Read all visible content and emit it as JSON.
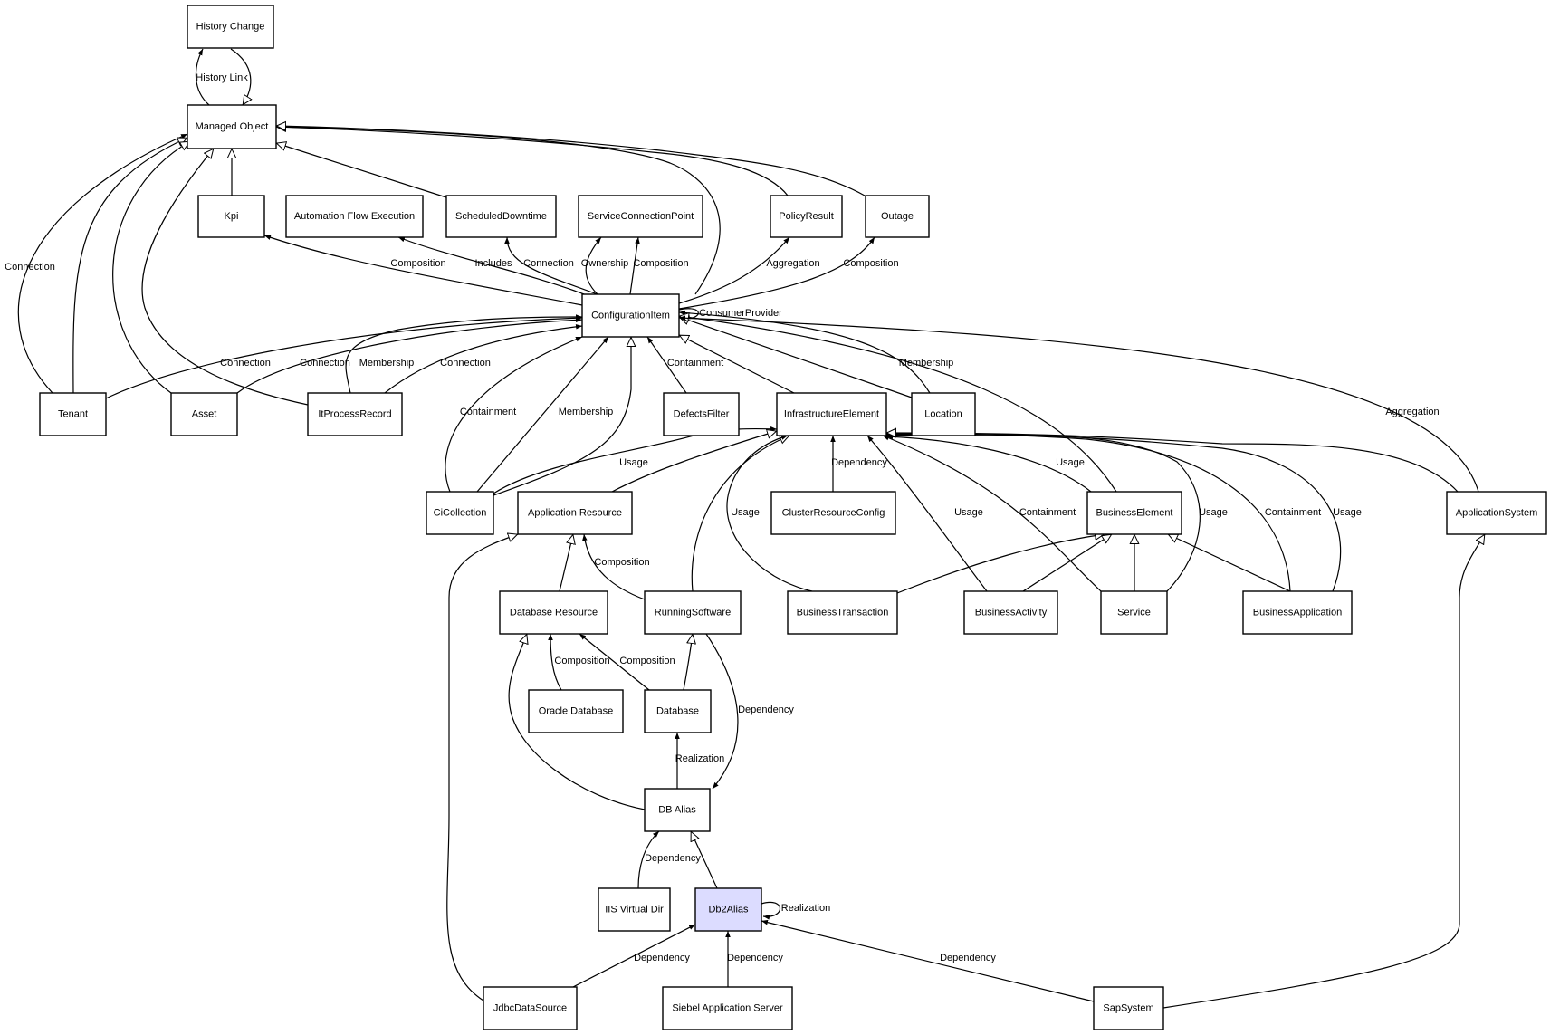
{
  "diagram": {
    "nodes": [
      {
        "id": "history_change",
        "label": "History Change"
      },
      {
        "id": "managed_object",
        "label": "Managed Object"
      },
      {
        "id": "kpi",
        "label": "Kpi"
      },
      {
        "id": "automation_flow_execution",
        "label": "Automation Flow Execution"
      },
      {
        "id": "scheduled_downtime",
        "label": "ScheduledDowntime"
      },
      {
        "id": "service_connection_point",
        "label": "ServiceConnectionPoint"
      },
      {
        "id": "policy_result",
        "label": "PolicyResult"
      },
      {
        "id": "outage",
        "label": "Outage"
      },
      {
        "id": "configuration_item",
        "label": "ConfigurationItem"
      },
      {
        "id": "tenant",
        "label": "Tenant"
      },
      {
        "id": "asset",
        "label": "Asset"
      },
      {
        "id": "it_process_record",
        "label": "ItProcessRecord"
      },
      {
        "id": "defects_filter",
        "label": "DefectsFilter"
      },
      {
        "id": "infrastructure_element",
        "label": "InfrastructureElement"
      },
      {
        "id": "location",
        "label": "Location"
      },
      {
        "id": "ci_collection",
        "label": "CiCollection"
      },
      {
        "id": "application_resource",
        "label": "Application Resource"
      },
      {
        "id": "cluster_resource_config",
        "label": "ClusterResourceConfig"
      },
      {
        "id": "business_element",
        "label": "BusinessElement"
      },
      {
        "id": "application_system",
        "label": "ApplicationSystem"
      },
      {
        "id": "database_resource",
        "label": "Database Resource"
      },
      {
        "id": "running_software",
        "label": "RunningSoftware"
      },
      {
        "id": "business_transaction",
        "label": "BusinessTransaction"
      },
      {
        "id": "business_activity",
        "label": "BusinessActivity"
      },
      {
        "id": "service",
        "label": "Service"
      },
      {
        "id": "business_application",
        "label": "BusinessApplication"
      },
      {
        "id": "oracle_database",
        "label": "Oracle Database"
      },
      {
        "id": "database",
        "label": "Database"
      },
      {
        "id": "db_alias",
        "label": "DB Alias"
      },
      {
        "id": "iis_virtual_dir",
        "label": "IIS Virtual Dir"
      },
      {
        "id": "db2alias",
        "label": "Db2Alias",
        "highlight": true
      },
      {
        "id": "jdbc_data_source",
        "label": "JdbcDataSource"
      },
      {
        "id": "siebel_application_server",
        "label": "Siebel Application Server"
      },
      {
        "id": "sap_system",
        "label": "SapSystem"
      }
    ],
    "edges": [
      {
        "id": "e1",
        "from": "managed_object",
        "to": "history_change",
        "kind": "association",
        "label": "History Link"
      },
      {
        "id": "e2",
        "from": "history_change",
        "to": "managed_object",
        "kind": "generalization",
        "label": ""
      },
      {
        "id": "e3",
        "from": "tenant",
        "to": "managed_object",
        "kind": "association",
        "label": "Connection"
      },
      {
        "id": "e4",
        "from": "tenant",
        "to": "managed_object",
        "kind": "generalization",
        "label": ""
      },
      {
        "id": "e5",
        "from": "asset",
        "to": "managed_object",
        "kind": "generalization",
        "label": ""
      },
      {
        "id": "e6",
        "from": "it_process_record",
        "to": "managed_object",
        "kind": "generalization",
        "label": ""
      },
      {
        "id": "e7",
        "from": "kpi",
        "to": "managed_object",
        "kind": "generalization",
        "label": ""
      },
      {
        "id": "e8",
        "from": "scheduled_downtime",
        "to": "managed_object",
        "kind": "generalization",
        "label": ""
      },
      {
        "id": "e9",
        "from": "configuration_item",
        "to": "managed_object",
        "kind": "generalization",
        "label": ""
      },
      {
        "id": "e10",
        "from": "policy_result",
        "to": "managed_object",
        "kind": "generalization",
        "label": ""
      },
      {
        "id": "e11",
        "from": "outage",
        "to": "managed_object",
        "kind": "generalization",
        "label": ""
      },
      {
        "id": "e12",
        "from": "configuration_item",
        "to": "kpi",
        "kind": "association",
        "label": "Composition"
      },
      {
        "id": "e13",
        "from": "configuration_item",
        "to": "automation_flow_execution",
        "kind": "association",
        "label": "Includes"
      },
      {
        "id": "e14",
        "from": "configuration_item",
        "to": "scheduled_downtime",
        "kind": "association",
        "label": "Connection"
      },
      {
        "id": "e15",
        "from": "configuration_item",
        "to": "service_connection_point",
        "kind": "association",
        "label": "Ownership"
      },
      {
        "id": "e16",
        "from": "configuration_item",
        "to": "service_connection_point",
        "kind": "association",
        "label": "Composition"
      },
      {
        "id": "e17",
        "from": "configuration_item",
        "to": "policy_result",
        "kind": "association",
        "label": "Aggregation"
      },
      {
        "id": "e18",
        "from": "configuration_item",
        "to": "outage",
        "kind": "association",
        "label": "Composition"
      },
      {
        "id": "e19",
        "from": "configuration_item",
        "to": "configuration_item",
        "kind": "association",
        "label": "ConsumerProvider"
      },
      {
        "id": "e20",
        "from": "tenant",
        "to": "configuration_item",
        "kind": "association",
        "label": "Connection"
      },
      {
        "id": "e21",
        "from": "asset",
        "to": "configuration_item",
        "kind": "association",
        "label": "Connection"
      },
      {
        "id": "e22",
        "from": "it_process_record",
        "to": "configuration_item",
        "kind": "association",
        "label": "Membership"
      },
      {
        "id": "e23",
        "from": "it_process_record",
        "to": "configuration_item",
        "kind": "association",
        "label": "Connection"
      },
      {
        "id": "e24",
        "from": "ci_collection",
        "to": "configuration_item",
        "kind": "association",
        "label": "Containment"
      },
      {
        "id": "e25",
        "from": "ci_collection",
        "to": "configuration_item",
        "kind": "association",
        "label": "Membership"
      },
      {
        "id": "e26",
        "from": "ci_collection",
        "to": "configuration_item",
        "kind": "generalization",
        "label": ""
      },
      {
        "id": "e27",
        "from": "defects_filter",
        "to": "configuration_item",
        "kind": "association",
        "label": "Containment"
      },
      {
        "id": "e28",
        "from": "infrastructure_element",
        "to": "configuration_item",
        "kind": "generalization",
        "label": ""
      },
      {
        "id": "e29",
        "from": "location",
        "to": "configuration_item",
        "kind": "generalization",
        "label": ""
      },
      {
        "id": "e30",
        "from": "location",
        "to": "configuration_item",
        "kind": "association",
        "label": "Membership"
      },
      {
        "id": "e31",
        "from": "business_element",
        "to": "configuration_item",
        "kind": "generalization",
        "label": ""
      },
      {
        "id": "e32",
        "from": "application_system",
        "to": "configuration_item",
        "kind": "association",
        "label": "Aggregation"
      },
      {
        "id": "e33",
        "from": "ci_collection",
        "to": "infrastructure_element",
        "kind": "association",
        "label": "Usage"
      },
      {
        "id": "e34",
        "from": "application_resource",
        "to": "infrastructure_element",
        "kind": "generalization",
        "label": ""
      },
      {
        "id": "e35",
        "from": "running_software",
        "to": "infrastructure_element",
        "kind": "generalization",
        "label": ""
      },
      {
        "id": "e36",
        "from": "business_transaction",
        "to": "infrastructure_element",
        "kind": "association",
        "label": "Usage"
      },
      {
        "id": "e37",
        "from": "cluster_resource_config",
        "to": "infrastructure_element",
        "kind": "association",
        "label": "Dependency"
      },
      {
        "id": "e38",
        "from": "business_activity",
        "to": "infrastructure_element",
        "kind": "association",
        "label": "Usage"
      },
      {
        "id": "e39",
        "from": "service",
        "to": "infrastructure_element",
        "kind": "association",
        "label": "Containment"
      },
      {
        "id": "e40",
        "from": "business_element",
        "to": "infrastructure_element",
        "kind": "association",
        "label": "Usage"
      },
      {
        "id": "e41",
        "from": "service",
        "to": "infrastructure_element",
        "kind": "association",
        "label": "Usage"
      },
      {
        "id": "e42",
        "from": "business_application",
        "to": "infrastructure_element",
        "kind": "association",
        "label": "Containment"
      },
      {
        "id": "e43",
        "from": "business_application",
        "to": "infrastructure_element",
        "kind": "association",
        "label": "Usage"
      },
      {
        "id": "e44",
        "from": "application_system",
        "to": "infrastructure_element",
        "kind": "generalization",
        "label": ""
      },
      {
        "id": "e45",
        "from": "business_transaction",
        "to": "business_element",
        "kind": "generalization",
        "label": ""
      },
      {
        "id": "e46",
        "from": "business_activity",
        "to": "business_element",
        "kind": "generalization",
        "label": ""
      },
      {
        "id": "e47",
        "from": "service",
        "to": "business_element",
        "kind": "generalization",
        "label": ""
      },
      {
        "id": "e48",
        "from": "business_application",
        "to": "business_element",
        "kind": "generalization",
        "label": ""
      },
      {
        "id": "e49",
        "from": "database_resource",
        "to": "application_resource",
        "kind": "generalization",
        "label": ""
      },
      {
        "id": "e50",
        "from": "running_software",
        "to": "application_resource",
        "kind": "association",
        "label": "Composition"
      },
      {
        "id": "e51",
        "from": "jdbc_data_source",
        "to": "application_resource",
        "kind": "generalization",
        "label": ""
      },
      {
        "id": "e52",
        "from": "oracle_database",
        "to": "database_resource",
        "kind": "association",
        "label": "Composition"
      },
      {
        "id": "e53",
        "from": "database",
        "to": "database_resource",
        "kind": "association",
        "label": "Composition"
      },
      {
        "id": "e54",
        "from": "db_alias",
        "to": "database_resource",
        "kind": "generalization",
        "label": ""
      },
      {
        "id": "e55",
        "from": "database",
        "to": "running_software",
        "kind": "generalization",
        "label": ""
      },
      {
        "id": "e56",
        "from": "running_software",
        "to": "db_alias",
        "kind": "association",
        "label": "Dependency"
      },
      {
        "id": "e57",
        "from": "db_alias",
        "to": "database",
        "kind": "association",
        "label": "Realization"
      },
      {
        "id": "e58",
        "from": "iis_virtual_dir",
        "to": "db_alias",
        "kind": "association",
        "label": "Dependency"
      },
      {
        "id": "e59",
        "from": "db2alias",
        "to": "db_alias",
        "kind": "generalization",
        "label": ""
      },
      {
        "id": "e60",
        "from": "db2alias",
        "to": "db2alias",
        "kind": "association",
        "label": "Realization"
      },
      {
        "id": "e61",
        "from": "jdbc_data_source",
        "to": "db2alias",
        "kind": "association",
        "label": "Dependency"
      },
      {
        "id": "e62",
        "from": "siebel_application_server",
        "to": "db2alias",
        "kind": "association",
        "label": "Dependency"
      },
      {
        "id": "e63",
        "from": "sap_system",
        "to": "db2alias",
        "kind": "association",
        "label": "Dependency"
      },
      {
        "id": "e64",
        "from": "sap_system",
        "to": "application_system",
        "kind": "generalization",
        "label": ""
      }
    ]
  }
}
